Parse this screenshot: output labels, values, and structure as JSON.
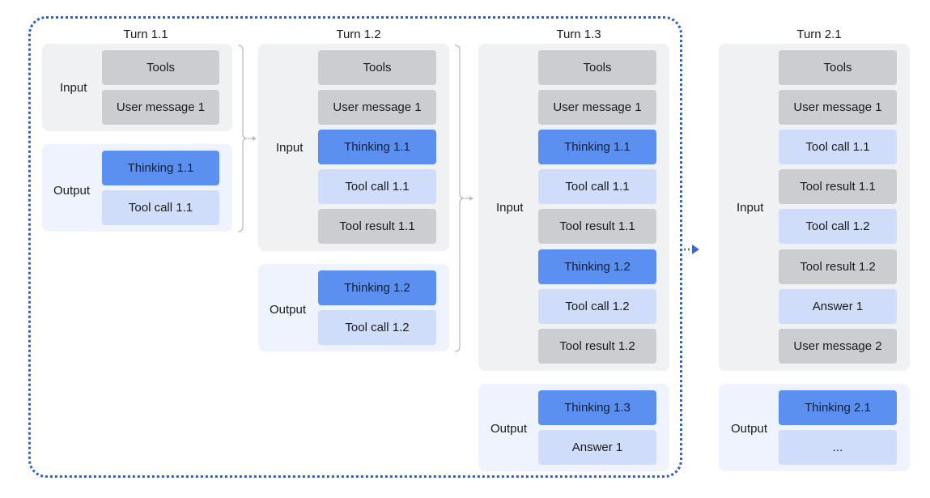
{
  "turns": [
    {
      "title": "Turn 1.1",
      "input": {
        "label": "Input",
        "items": [
          {
            "text": "Tools",
            "kind": "gray"
          },
          {
            "text": "User message 1",
            "kind": "gray"
          }
        ]
      },
      "output": {
        "label": "Output",
        "items": [
          {
            "text": "Thinking 1.1",
            "kind": "blue"
          },
          {
            "text": "Tool call 1.1",
            "kind": "lblue"
          }
        ]
      }
    },
    {
      "title": "Turn 1.2",
      "input": {
        "label": "Input",
        "items": [
          {
            "text": "Tools",
            "kind": "gray"
          },
          {
            "text": "User message 1",
            "kind": "gray"
          },
          {
            "text": "Thinking 1.1",
            "kind": "blue"
          },
          {
            "text": "Tool call 1.1",
            "kind": "lblue"
          },
          {
            "text": "Tool result 1.1",
            "kind": "gray"
          }
        ]
      },
      "output": {
        "label": "Output",
        "items": [
          {
            "text": "Thinking 1.2",
            "kind": "blue"
          },
          {
            "text": "Tool call 1.2",
            "kind": "lblue"
          }
        ]
      }
    },
    {
      "title": "Turn 1.3",
      "input": {
        "label": "Input",
        "items": [
          {
            "text": "Tools",
            "kind": "gray"
          },
          {
            "text": "User message 1",
            "kind": "gray"
          },
          {
            "text": "Thinking 1.1",
            "kind": "blue"
          },
          {
            "text": "Tool call 1.1",
            "kind": "lblue"
          },
          {
            "text": "Tool result 1.1",
            "kind": "gray"
          },
          {
            "text": "Thinking 1.2",
            "kind": "blue"
          },
          {
            "text": "Tool call 1.2",
            "kind": "lblue"
          },
          {
            "text": "Tool result 1.2",
            "kind": "gray"
          }
        ]
      },
      "output": {
        "label": "Output",
        "items": [
          {
            "text": "Thinking 1.3",
            "kind": "blue"
          },
          {
            "text": "Answer 1",
            "kind": "lblue"
          }
        ]
      }
    },
    {
      "title": "Turn 2.1",
      "input": {
        "label": "Input",
        "items": [
          {
            "text": "Tools",
            "kind": "gray"
          },
          {
            "text": "User message 1",
            "kind": "gray"
          },
          {
            "text": "Tool call 1.1",
            "kind": "lblue"
          },
          {
            "text": "Tool result 1.1",
            "kind": "gray"
          },
          {
            "text": "Tool call 1.2",
            "kind": "lblue"
          },
          {
            "text": "Tool result 1.2",
            "kind": "gray"
          },
          {
            "text": "Answer 1",
            "kind": "lblue"
          },
          {
            "text": "User message 2",
            "kind": "gray"
          }
        ]
      },
      "output": {
        "label": "Output",
        "items": [
          {
            "text": "Thinking 2.1",
            "kind": "blue"
          },
          {
            "text": "...",
            "kind": "lblue"
          }
        ]
      }
    }
  ],
  "colors": {
    "frame": "#2f5fc6",
    "group_input": "#f0f1f3",
    "group_output": "#eef3fd",
    "box_gray": "#cbcdd1",
    "box_blue": "#5b8ff0",
    "box_light_blue": "#cfdcfa",
    "arrow": "#3a67d6"
  }
}
